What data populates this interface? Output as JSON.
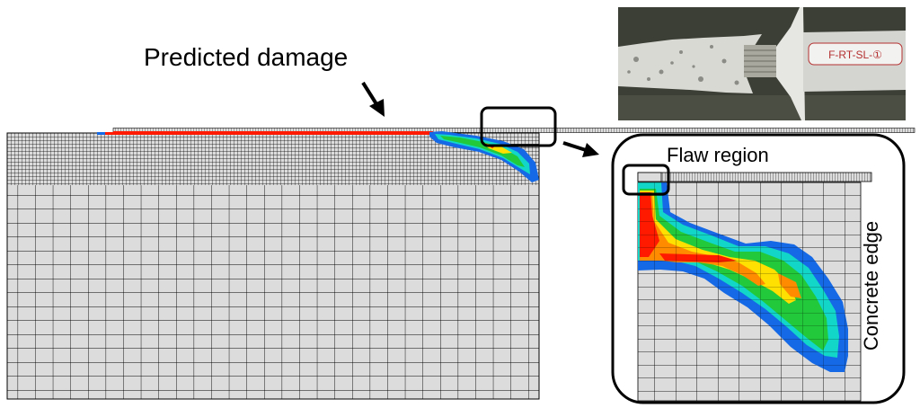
{
  "labels": {
    "predicted_damage": "Predicted damage",
    "flaw_region": "Flaw region",
    "concrete_edge": "Concrete edge"
  },
  "photo": {
    "specimen_tag": "F-RT-SL-①"
  },
  "colors": {
    "mesh_fill": "#dcdcdc",
    "mesh_line": "#000000",
    "damage_red": "#ff1a00",
    "damage_orange": "#ff8c00",
    "damage_yellow": "#ffe000",
    "damage_green": "#22c93a",
    "damage_cyan": "#12d6c8",
    "damage_blue": "#1568e6",
    "photo_background": "#3b3f35"
  },
  "icons": [
    "arrow-icon",
    "arrow-icon",
    "highlight-box",
    "highlight-box"
  ]
}
